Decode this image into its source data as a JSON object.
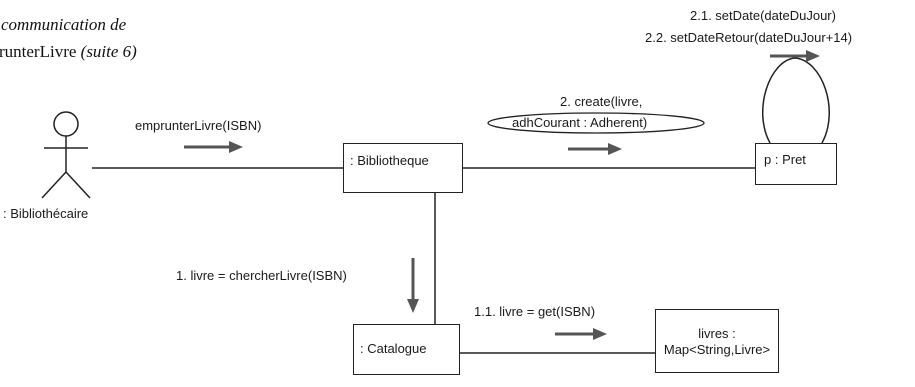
{
  "title": {
    "line1_prefix": "communication de",
    "line2_name": "runterLivre",
    "line2_suffix": "(suite 6)"
  },
  "actor": {
    "name": ": Bibliothécaire"
  },
  "objects": {
    "bibliotheque": ": Bibliotheque",
    "pret": "p : Pret",
    "catalogue": ": Catalogue",
    "livres_line1": "livres :",
    "livres_line2": "Map<String,Livre>"
  },
  "messages": {
    "emprunter": "emprunterLivre(ISBN)",
    "create_line1": "2. create(livre,",
    "create_line2": "adhCourant : Adherent)",
    "setdate": "2.1. setDate(dateDuJour)",
    "setdateretour": "2.2. setDateRetour(dateDuJour+14)",
    "chercher": "1. livre = chercherLivre(ISBN)",
    "get": "1.1. livre  = get(ISBN)"
  }
}
